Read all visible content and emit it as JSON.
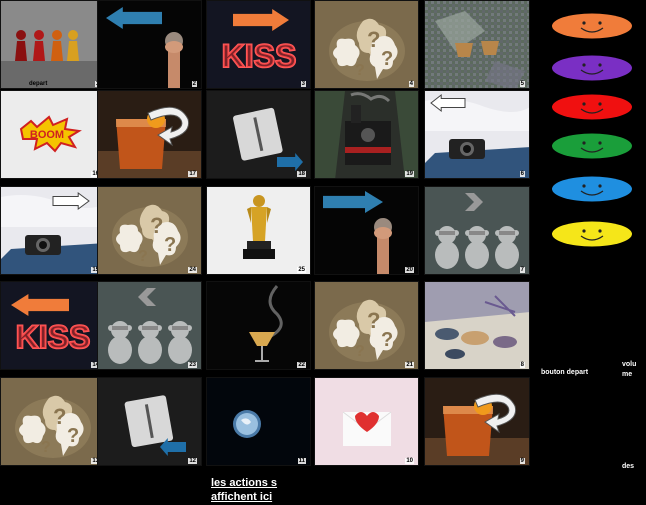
{
  "board": {
    "start_label": "depart",
    "cells": [
      {
        "num": "1",
        "image": "pawns"
      },
      {
        "num": "2",
        "image": "hand-arrow-left"
      },
      {
        "num": "3",
        "image": "kiss-arrow-right"
      },
      {
        "num": "4",
        "image": "question-bubbles"
      },
      {
        "num": "5",
        "image": "coffee-table"
      },
      {
        "num": "16",
        "image": "boom-sticker"
      },
      {
        "num": "17",
        "image": "drink-rotate"
      },
      {
        "num": "18",
        "image": "switch-arrow-right"
      },
      {
        "num": "19",
        "image": "train"
      },
      {
        "num": "6",
        "image": "camera-arrow-left"
      },
      {
        "num": "15",
        "image": "camera-arrow-right"
      },
      {
        "num": "24",
        "image": "question-bubbles"
      },
      {
        "num": "25",
        "image": "oscar-statue"
      },
      {
        "num": "20",
        "image": "hand-arrow-right"
      },
      {
        "num": "7",
        "image": "monkeys-arrow-right"
      },
      {
        "num": "14",
        "image": "kiss-arrow-left"
      },
      {
        "num": "23",
        "image": "monkeys-arrow-left"
      },
      {
        "num": "22",
        "image": "glass-smoke"
      },
      {
        "num": "21",
        "image": "question-bubbles"
      },
      {
        "num": "8",
        "image": "lavender-bowls"
      },
      {
        "num": "13",
        "image": "question-bubbles"
      },
      {
        "num": "12",
        "image": "switch-arrow-left"
      },
      {
        "num": "11",
        "image": "earth-space"
      },
      {
        "num": "10",
        "image": "heart-envelope"
      },
      {
        "num": "9",
        "image": "drink-rotate"
      }
    ]
  },
  "kiss_text": "KISS",
  "boom_text": "BOOM",
  "players": [
    {
      "name": "orange-face",
      "color": "#f07c3a"
    },
    {
      "name": "purple-face",
      "color": "#7a2fc4"
    },
    {
      "name": "red-face",
      "color": "#f01010"
    },
    {
      "name": "green-face",
      "color": "#1a9e3a"
    },
    {
      "name": "blue-face",
      "color": "#1f8fe0"
    },
    {
      "name": "yellow-face",
      "color": "#f5e619"
    }
  ],
  "controls": {
    "start_button": "bouton depart",
    "volume_line1": "volu",
    "volume_line2": "me",
    "dice_label": "des"
  },
  "actions_line1": "les actions s",
  "actions_line2": "affichent ici"
}
